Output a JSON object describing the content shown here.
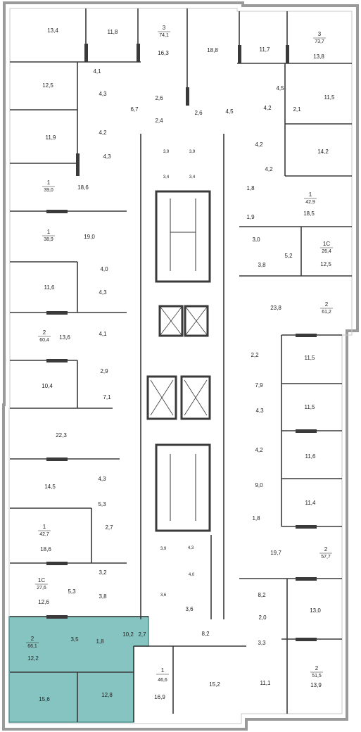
{
  "highlight_color": "#86c4c2",
  "wall_color": "#3a3a3a",
  "rooms_left": [
    "13,4",
    "11,8",
    "16,3",
    "18,8",
    "12,5",
    "4,1",
    "4,3",
    "2,6",
    "2,6",
    "6,7",
    "4,2",
    "2,4",
    "11,9",
    "4,3",
    "18,6",
    "19,0",
    "4,0",
    "11,6",
    "4,3",
    "13,6",
    "4,1",
    "2,9",
    "10,4",
    "7,1",
    "22,3",
    "4,3",
    "14,5",
    "5,3",
    "18,6",
    "2,7",
    "3,2",
    "5,3",
    "3,8",
    "12,6",
    "3,5",
    "1,8",
    "10,2",
    "12,2",
    "15,6",
    "12,8",
    "2,7"
  ],
  "rooms_core": [
    "3,9",
    "3,9",
    "3,4",
    "3,4",
    "3,9",
    "4,3",
    "4,0",
    "3,6",
    "3,6"
  ],
  "rooms_right": [
    "11,7",
    "13,8",
    "4,5",
    "11,5",
    "4,5",
    "4,2",
    "2,1",
    "4,2",
    "14,2",
    "4,2",
    "1,8",
    "18,5",
    "1,9",
    "3,0",
    "5,2",
    "3,8",
    "12,5",
    "23,8",
    "2,2",
    "11,5",
    "7,9",
    "11,5",
    "4,3",
    "4,2",
    "11,6",
    "9,0",
    "11,4",
    "1,8",
    "19,7",
    "8,2",
    "2,0",
    "13,0",
    "3,3",
    "11,1",
    "13,9",
    "8,2",
    "16,9",
    "15,2"
  ],
  "apartments": [
    {
      "rooms": "3",
      "area": "74,1"
    },
    {
      "rooms": "3",
      "area": "73,7"
    },
    {
      "rooms": "1",
      "area": "39,0"
    },
    {
      "rooms": "1",
      "area": "42,9"
    },
    {
      "rooms": "1",
      "area": "38,9"
    },
    {
      "rooms": "1С",
      "area": "26,4"
    },
    {
      "rooms": "2",
      "area": "61,2"
    },
    {
      "rooms": "2",
      "area": "60,4"
    },
    {
      "rooms": "1",
      "area": "42,7"
    },
    {
      "rooms": "2",
      "area": "57,7"
    },
    {
      "rooms": "1С",
      "area": "27,6"
    },
    {
      "rooms": "2",
      "area": "66,1"
    },
    {
      "rooms": "2",
      "area": "51,5"
    },
    {
      "rooms": "1",
      "area": "46,6"
    }
  ]
}
